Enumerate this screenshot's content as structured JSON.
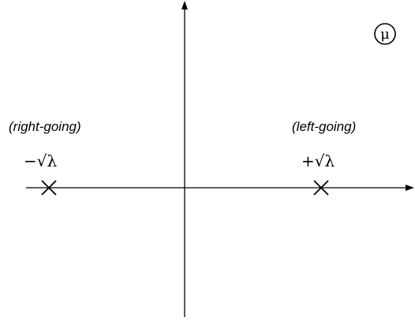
{
  "diagram": {
    "plane_label": "μ",
    "colors": {
      "stroke": "#000000",
      "background": "#ffffff"
    },
    "poles": [
      {
        "name": "left-pole",
        "direction_label": "(right-going)",
        "value_label": "−√λ"
      },
      {
        "name": "right-pole",
        "direction_label": "(left-going)",
        "value_label": "+√λ"
      }
    ]
  }
}
